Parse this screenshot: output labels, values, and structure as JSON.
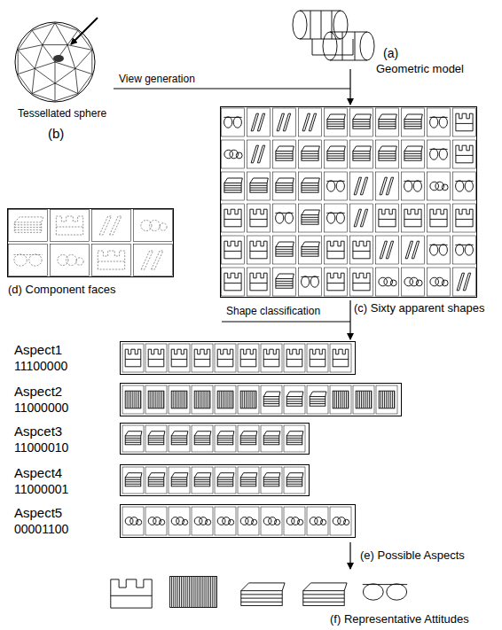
{
  "diagram": {
    "nodes": [
      {
        "text": [
          "(c) Sixty apparent shapes"
        ]
      },
      {
        "text": [
          "(d) Component faces"
        ]
      },
      {
        "text": [
          "Aspect1",
          "11100000"
        ]
      },
      {
        "text": [
          "Aspect2",
          "11000000"
        ]
      },
      {
        "text": [
          "Aspcet3",
          "11000010"
        ]
      },
      {
        "text": [
          "Aspect4",
          "11000001"
        ]
      },
      {
        "text": [
          "Aspect5",
          "00001100"
        ]
      }
    ],
    "labels": [
      "(a)",
      "Geometric model",
      "Tessellated sphere",
      "(b)",
      "View generation",
      "Shape classification",
      "(e) Possible Aspects",
      "(f) Representative Attitudes"
    ]
  }
}
